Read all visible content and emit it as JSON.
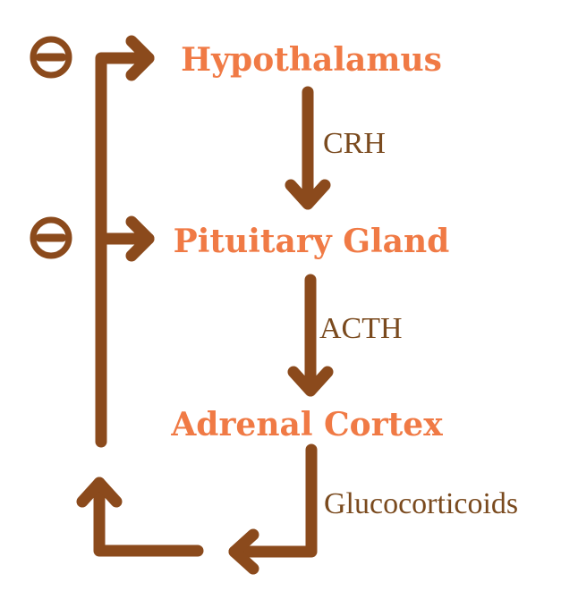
{
  "colors": {
    "arrow": "#8B4A1C",
    "node_text": "#F07A45",
    "hormone_text": "#7A4A1E"
  },
  "nodes": {
    "hypothalamus": "Hypothalamus",
    "pituitary": "Pituitary Gland",
    "adrenal": "Adrenal Cortex"
  },
  "hormones": {
    "crh": "CRH",
    "acth": "ACTH",
    "glucocorticoids": "Glucocorticoids"
  },
  "inhibition_symbols": [
    "negative-feedback-icon",
    "negative-feedback-icon"
  ]
}
